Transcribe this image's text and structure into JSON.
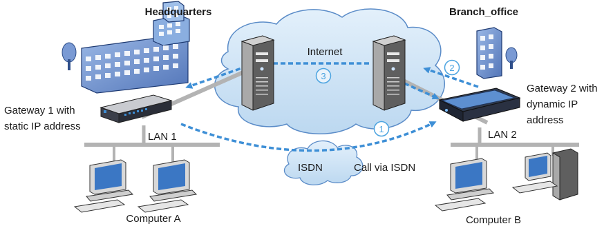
{
  "labels": {
    "headquarters": "Headquarters",
    "branch_office": "Branch_office",
    "internet": "Internet",
    "isdn": "ISDN",
    "call_via_isdn": "Call via ISDN",
    "lan1": "LAN 1",
    "lan2": "LAN 2",
    "computer_a": "Computer A",
    "computer_b": "Computer B",
    "gateway1": [
      "Gateway 1 with",
      "static IP address"
    ],
    "gateway2": [
      "Gateway 2 with",
      "dynamic IP",
      "address"
    ]
  },
  "steps": [
    "1",
    "2",
    "3"
  ],
  "colors": {
    "arrow": "#3e8fd6",
    "cloud": "#cde3f5",
    "cable": "#b3b3b3",
    "building": "#6f94cf",
    "text_blue": "#4aa3e0"
  }
}
